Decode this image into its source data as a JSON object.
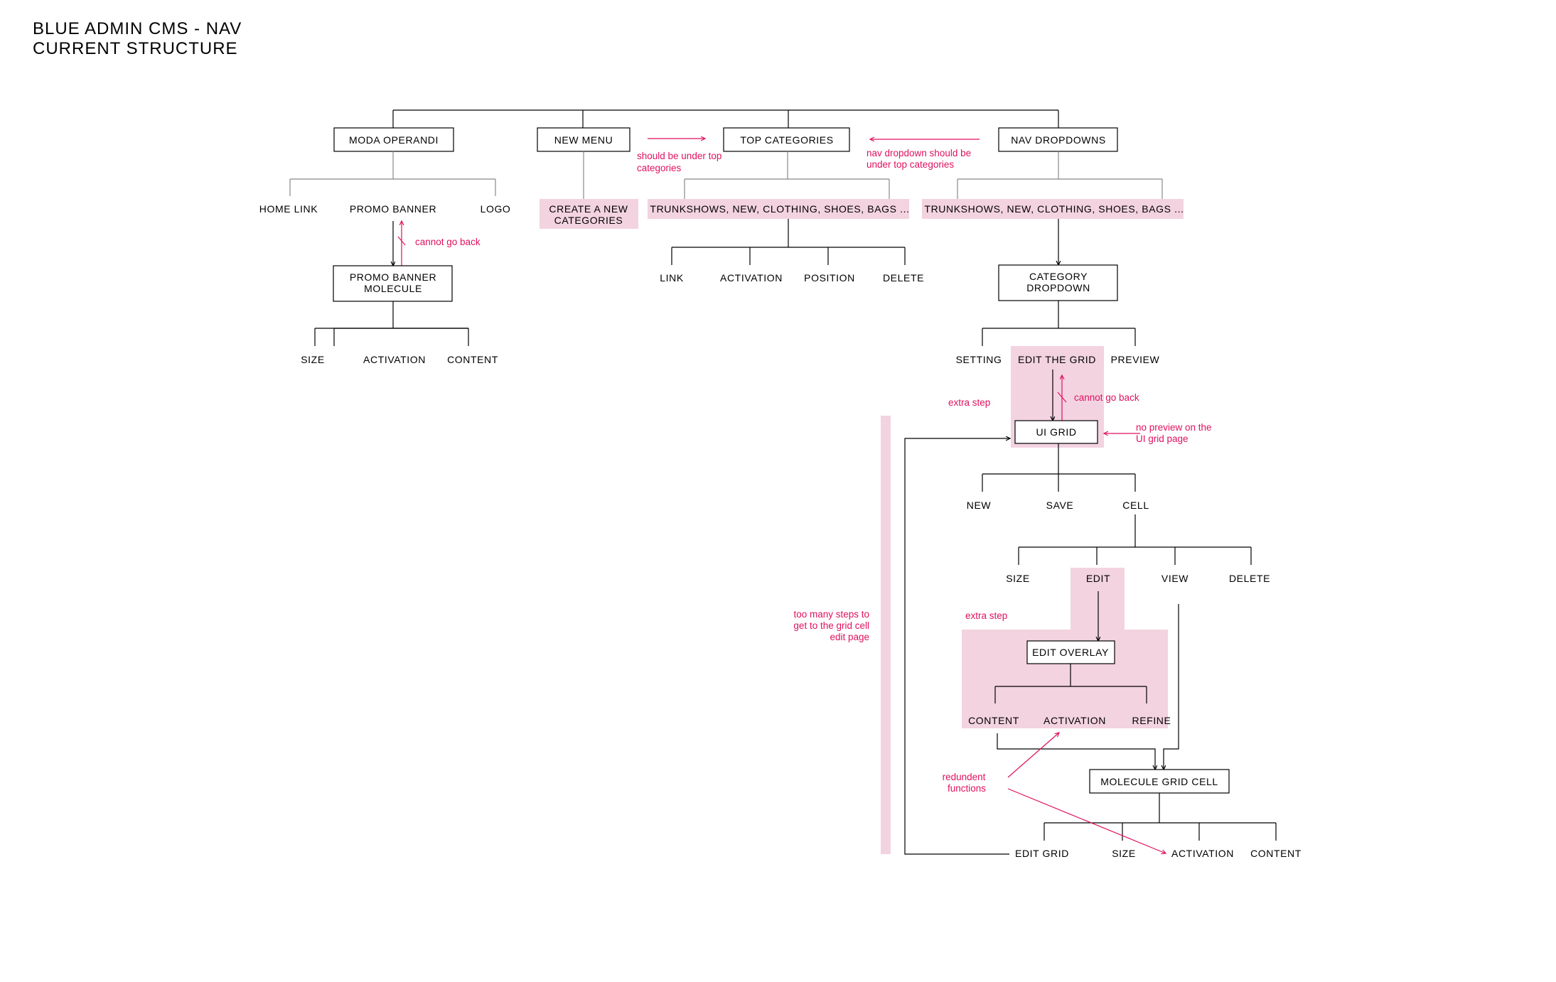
{
  "title": [
    "BLUE ADMIN CMS - NAV",
    "CURRENT STRUCTURE"
  ],
  "colors": {
    "accent": "#e0115f",
    "highlight": "#f4d3e0",
    "line": "#000000",
    "gray_line": "#888888"
  },
  "nodes": {
    "moda_operandi": "MODA OPERANDI",
    "new_menu": "NEW MENU",
    "top_categories": "TOP CATEGORIES",
    "nav_dropdowns": "NAV DROPDOWNS",
    "home_link": "HOME LINK",
    "promo_banner": "PROMO BANNER",
    "logo": "LOGO",
    "create_new_categories": [
      "CREATE A NEW",
      "CATEGORIES"
    ],
    "trunkshows_top": "TRUNKSHOWS, NEW, CLOTHING, SHOES, BAGS ...",
    "trunkshows_nav": "TRUNKSHOWS, NEW, CLOTHING, SHOES, BAGS ...",
    "promo_banner_molecule": [
      "PROMO BANNER",
      "MOLECULE"
    ],
    "pb_size": "SIZE",
    "pb_activation": "ACTIVATION",
    "pb_content": "CONTENT",
    "tc_link": "LINK",
    "tc_activation": "ACTIVATION",
    "tc_position": "POSITION",
    "tc_delete": "DELETE",
    "category_dropdown": [
      "CATEGORY",
      "DROPDOWN"
    ],
    "setting": "SETTING",
    "edit_the_grid": "EDIT THE GRID",
    "preview": "PREVIEW",
    "ui_grid": "UI GRID",
    "new": "NEW",
    "save": "SAVE",
    "cell": "CELL",
    "cell_size": "SIZE",
    "cell_edit": "EDIT",
    "cell_view": "VIEW",
    "cell_delete": "DELETE",
    "edit_overlay": "EDIT OVERLAY",
    "eo_content": "CONTENT",
    "eo_activation": "ACTIVATION",
    "eo_refine": "REFINE",
    "molecule_grid_cell": "MOLECULE GRID CELL",
    "mgc_edit_grid": "EDIT GRID",
    "mgc_size": "SIZE",
    "mgc_activation": "ACTIVATION",
    "mgc_content": "CONTENT"
  },
  "notes": {
    "should_be_under": [
      "should be under top",
      "categories"
    ],
    "nav_dropdown_should": [
      "nav dropdown should be",
      "under top categories"
    ],
    "cannot_go_back_promo": "cannot go back",
    "extra_step_grid": "extra step",
    "cannot_go_back_grid": "cannot go back",
    "no_preview": [
      "no preview on the",
      "UI grid page"
    ],
    "too_many_steps": [
      "too many steps to",
      "get to the grid cell",
      "edit page"
    ],
    "extra_step_edit": "extra step",
    "redundant": [
      "redundent",
      "functions"
    ]
  }
}
